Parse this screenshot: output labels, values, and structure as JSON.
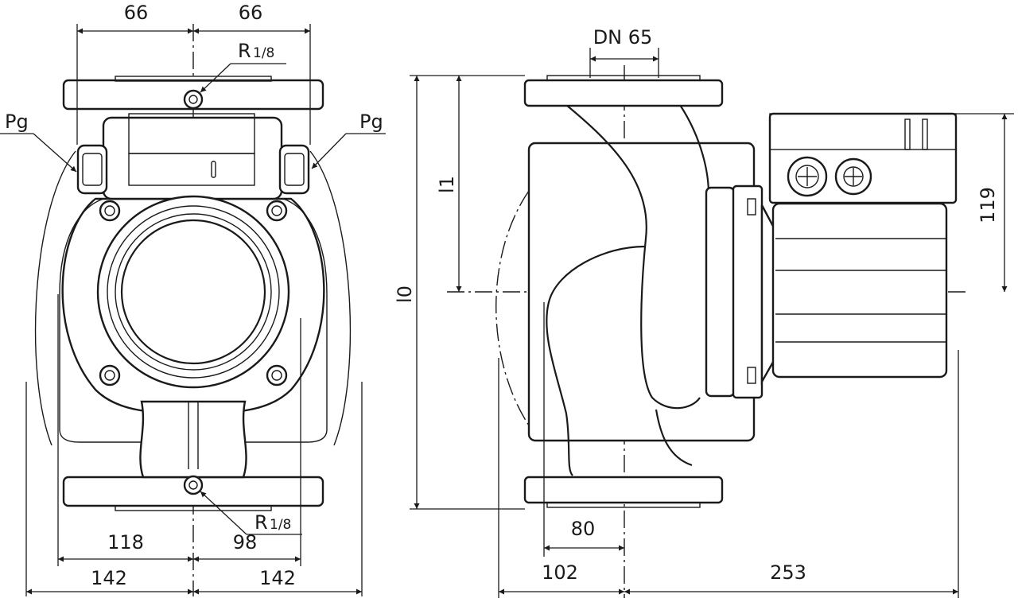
{
  "front_view": {
    "dims": {
      "top_left": "66",
      "top_right": "66",
      "lower_left": "118",
      "lower_right": "98",
      "bottom_left": "142",
      "bottom_right": "142"
    },
    "labels": {
      "pg_left": "Pg",
      "pg_right": "Pg",
      "vent_top": "R",
      "vent_top_frac": "1/8",
      "vent_bottom": "R",
      "vent_bottom_frac": "1/8"
    }
  },
  "side_view": {
    "dims": {
      "port": "DN 65",
      "l0": "l0",
      "l1": "l1",
      "height_right": "119",
      "offset_80": "80",
      "left_102": "102",
      "right_253": "253"
    }
  }
}
